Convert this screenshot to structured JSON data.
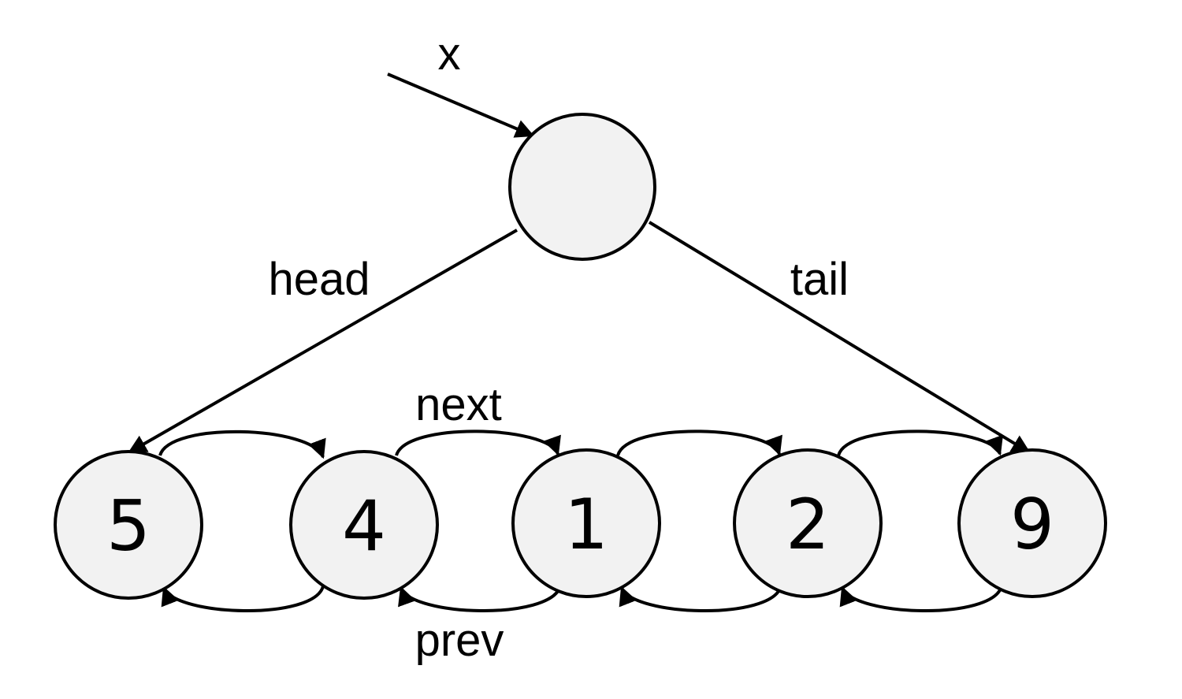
{
  "diagram": {
    "list_pointer_label": "x",
    "head_label": "head",
    "tail_label": "tail",
    "next_label": "next",
    "prev_label": "prev",
    "node_fill": "#F2F2F2",
    "stroke_color": "#000000",
    "background_color": "#FFFFFF",
    "nodes": [
      {
        "value": "5"
      },
      {
        "value": "4"
      },
      {
        "value": "1"
      },
      {
        "value": "2"
      },
      {
        "value": "9"
      }
    ]
  }
}
